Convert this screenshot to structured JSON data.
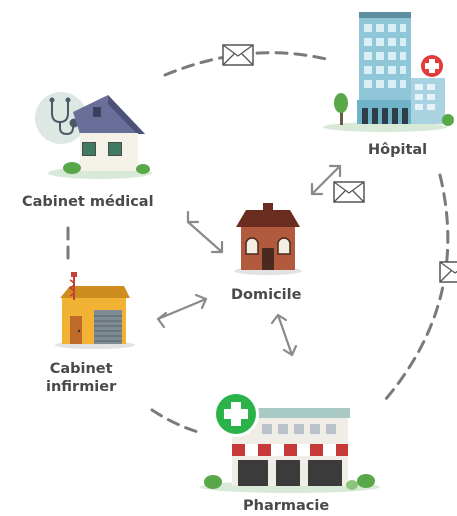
{
  "nodes": {
    "hospital": {
      "label": "Hôpital"
    },
    "cabinet_medical": {
      "label": "Cabinet médical"
    },
    "domicile": {
      "label": "Domicile"
    },
    "cabinet_infirmier": {
      "label_line1": "Cabinet",
      "label_line2": "infirmier"
    },
    "pharmacie": {
      "label": "Pharmacie"
    }
  },
  "icons": {
    "stethoscope": "stethoscope-icon",
    "envelope": "envelope-icon",
    "medical_cross": "medical-cross-icon",
    "two_way_arrow": "double-arrow-icon"
  },
  "colors": {
    "dashed_line": "#7a7a7a",
    "arrow": "#8a8a8a",
    "text": "#4a4a4a",
    "pharmacy_green": "#2bb34a",
    "hospital_red": "#e23b3b",
    "hospital_blue": "#8fc7d9"
  }
}
